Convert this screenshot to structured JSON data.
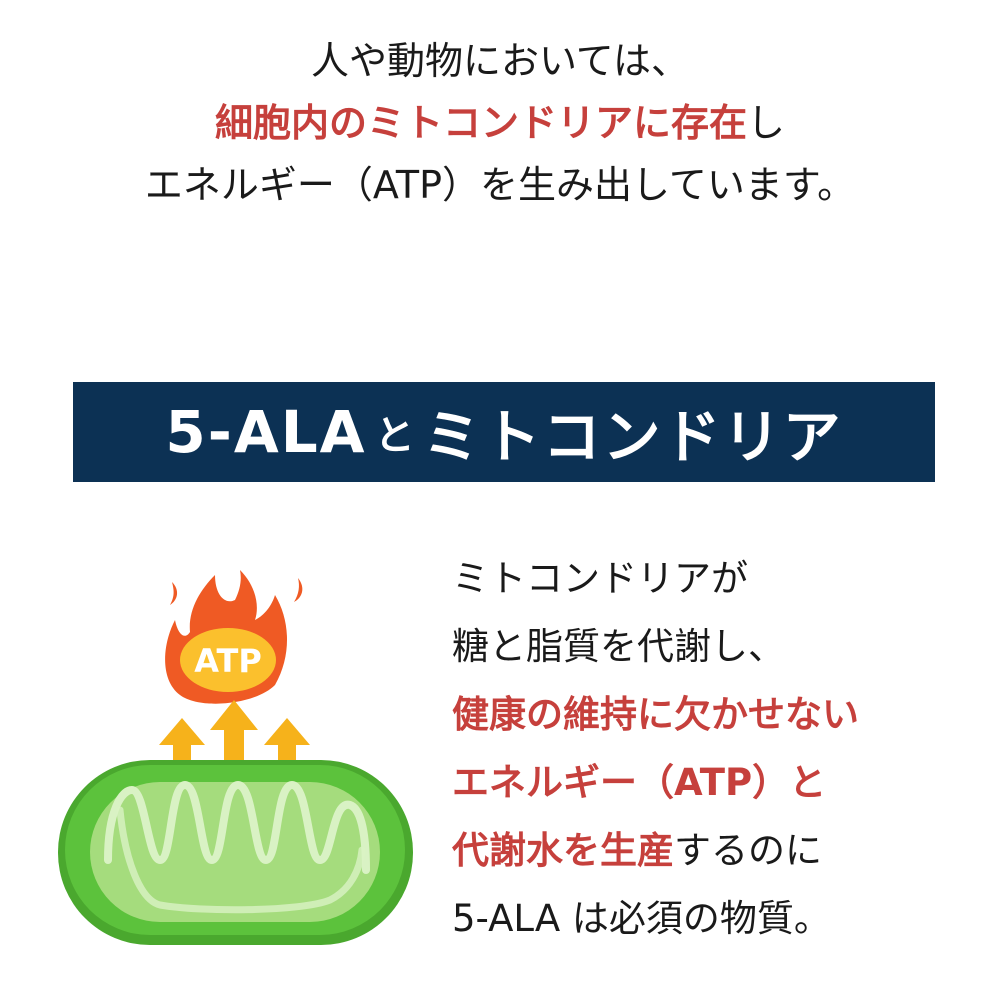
{
  "intro": {
    "line1": "人や動物においては、",
    "line2_highlight": "細胞内のミトコンドリアに存在",
    "line2_rest": "し",
    "line3": "エネルギー（ATP）を生み出しています。"
  },
  "banner": {
    "part1": "5-ALA",
    "part2": "と",
    "part3": "ミトコンドリア"
  },
  "illustration": {
    "atp_label": "ATP",
    "colors": {
      "flame": "#ef5a24",
      "flame_inner": "#fbc02d",
      "arrow": "#f6b21b",
      "mito_outer": "#5cc23c",
      "mito_inner": "#a5dc7d"
    }
  },
  "description": {
    "line1": "ミトコンドリアが",
    "line2": "糖と脂質を代謝し、",
    "line3_highlight": "健康の維持に欠かせない",
    "line4_highlight": "エネルギー（ATP）と",
    "line5_highlight": "代謝水を生産",
    "line5_rest": "するのに",
    "line6": "5-ALA は必須の物質。"
  },
  "colors": {
    "accent_red": "#c6403c",
    "banner_bg": "#0c3154"
  }
}
